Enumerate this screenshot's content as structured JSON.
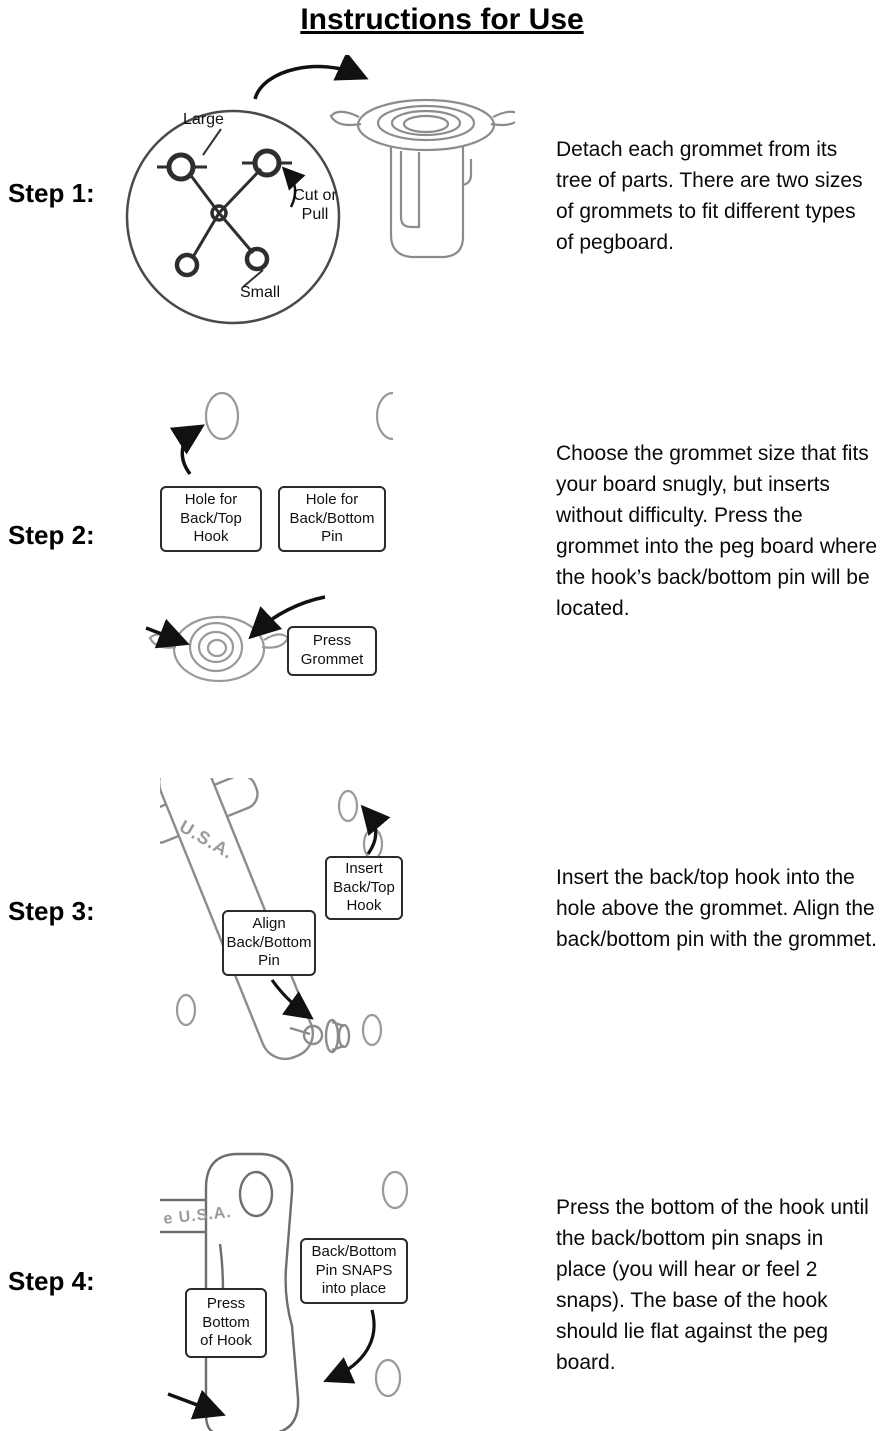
{
  "title": "Instructions for Use",
  "steps": [
    {
      "label": "Step 1:",
      "description": "Detach each grommet from its tree of parts. There are two sizes of grommets to fit different types of pegboard.",
      "callouts": {
        "large": "Large",
        "cut_or_pull": "Cut or\nPull",
        "small": "Small"
      }
    },
    {
      "label": "Step 2:",
      "description": "Choose the grommet size that fits your board snugly, but inserts without difficulty. Press the grommet into the peg board where the hook’s back/bottom pin will be located.",
      "callouts": {
        "hole_top_hook": "Hole for\nBack/Top\nHook",
        "hole_bottom_pin": "Hole for\nBack/Bottom\nPin",
        "press_grommet": "Press\nGrommet"
      }
    },
    {
      "label": "Step 3:",
      "description": "Insert the back/top hook into the hole above the grommet. Align the back/bottom pin with the grommet.",
      "callouts": {
        "insert_hook": "Insert\nBack/Top\nHook",
        "align_pin": "Align\nBack/Bottom\nPin",
        "stamp": "U.S.A."
      }
    },
    {
      "label": "Step 4:",
      "description": "Press the bottom of the hook until the back/bottom pin snaps in place (you will hear or feel 2 snaps). The base of the hook should lie flat against the peg board.",
      "callouts": {
        "pin_snaps": "Back/Bottom\nPin SNAPS\ninto place",
        "press_bottom": "Press\nBottom\nof Hook",
        "stamp": "e U.S.A."
      }
    }
  ]
}
